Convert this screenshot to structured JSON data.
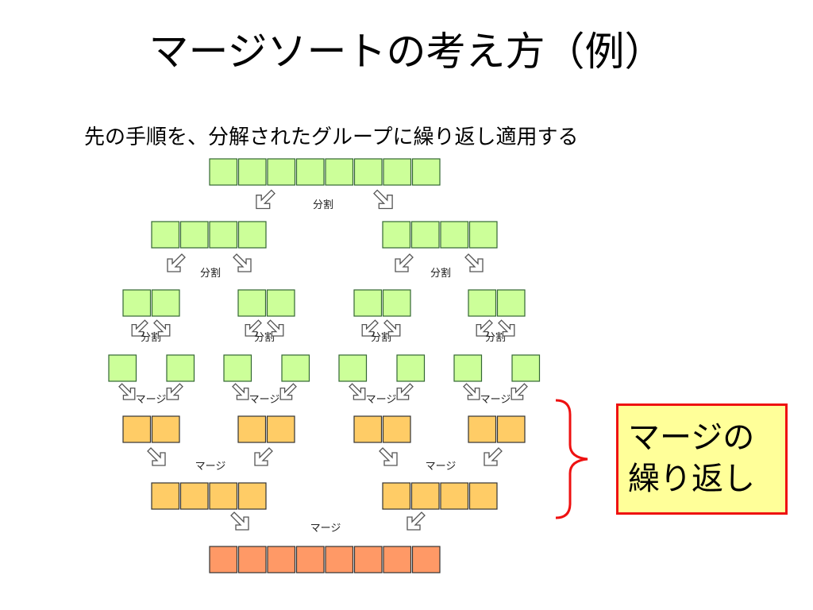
{
  "title": "マージソートの考え方（例）",
  "subtitle": "先の手順を、分解されたグループに繰り返し適用する",
  "labels": {
    "split": "分割",
    "merge": "マージ"
  },
  "callout": {
    "line1": "マージの",
    "line2": "繰り返し"
  },
  "colors": {
    "split_cell": "#ccff99",
    "merge_cell": "#ffcc66",
    "final_cell": "#ff9966",
    "callout_border": "#ee1111",
    "callout_fill": "#ffff99"
  },
  "levels": [
    {
      "phase": "split",
      "groups": 1,
      "cells_per_group": 8
    },
    {
      "phase": "split",
      "groups": 2,
      "cells_per_group": 4
    },
    {
      "phase": "split",
      "groups": 4,
      "cells_per_group": 2
    },
    {
      "phase": "split",
      "groups": 8,
      "cells_per_group": 1
    },
    {
      "phase": "merge",
      "groups": 4,
      "cells_per_group": 2
    },
    {
      "phase": "merge",
      "groups": 2,
      "cells_per_group": 4
    },
    {
      "phase": "final",
      "groups": 1,
      "cells_per_group": 8
    }
  ]
}
